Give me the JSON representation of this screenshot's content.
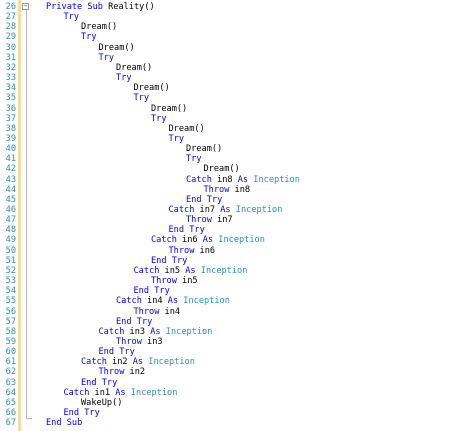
{
  "colors": {
    "keyword": "#0000ff",
    "type": "#2b91af",
    "line_number": "#2b91af",
    "text": "#000000",
    "change_bar": "#f5e38a"
  },
  "fold_icon": "minus-icon",
  "lines": [
    {
      "n": "26",
      "indent": 0,
      "tokens": [
        {
          "t": "Private",
          "c": "kw"
        },
        {
          "t": " "
        },
        {
          "t": "Sub",
          "c": "kw"
        },
        {
          "t": " Reality()"
        }
      ]
    },
    {
      "n": "27",
      "indent": 1,
      "tokens": [
        {
          "t": "Try",
          "c": "kw"
        }
      ]
    },
    {
      "n": "28",
      "indent": 2,
      "tokens": [
        {
          "t": "Dream()"
        }
      ]
    },
    {
      "n": "29",
      "indent": 2,
      "tokens": [
        {
          "t": "Try",
          "c": "kw"
        }
      ]
    },
    {
      "n": "30",
      "indent": 3,
      "tokens": [
        {
          "t": "Dream()"
        }
      ]
    },
    {
      "n": "31",
      "indent": 3,
      "tokens": [
        {
          "t": "Try",
          "c": "kw"
        }
      ]
    },
    {
      "n": "32",
      "indent": 4,
      "tokens": [
        {
          "t": "Dream()"
        }
      ]
    },
    {
      "n": "33",
      "indent": 4,
      "tokens": [
        {
          "t": "Try",
          "c": "kw"
        }
      ]
    },
    {
      "n": "34",
      "indent": 5,
      "tokens": [
        {
          "t": "Dream()"
        }
      ]
    },
    {
      "n": "35",
      "indent": 5,
      "tokens": [
        {
          "t": "Try",
          "c": "kw"
        }
      ]
    },
    {
      "n": "36",
      "indent": 6,
      "tokens": [
        {
          "t": "Dream()"
        }
      ]
    },
    {
      "n": "37",
      "indent": 6,
      "tokens": [
        {
          "t": "Try",
          "c": "kw"
        }
      ]
    },
    {
      "n": "38",
      "indent": 7,
      "tokens": [
        {
          "t": "Dream()"
        }
      ]
    },
    {
      "n": "39",
      "indent": 7,
      "tokens": [
        {
          "t": "Try",
          "c": "kw"
        }
      ]
    },
    {
      "n": "40",
      "indent": 8,
      "tokens": [
        {
          "t": "Dream()"
        }
      ]
    },
    {
      "n": "41",
      "indent": 8,
      "tokens": [
        {
          "t": "Try",
          "c": "kw"
        }
      ]
    },
    {
      "n": "42",
      "indent": 9,
      "tokens": [
        {
          "t": "Dream()"
        }
      ]
    },
    {
      "n": "43",
      "indent": 8,
      "tokens": [
        {
          "t": "Catch",
          "c": "kw"
        },
        {
          "t": " in8 "
        },
        {
          "t": "As",
          "c": "kw"
        },
        {
          "t": " "
        },
        {
          "t": "Inception",
          "c": "ty"
        }
      ]
    },
    {
      "n": "44",
      "indent": 9,
      "tokens": [
        {
          "t": "Throw",
          "c": "kw"
        },
        {
          "t": " in8"
        }
      ]
    },
    {
      "n": "45",
      "indent": 8,
      "tokens": [
        {
          "t": "End",
          "c": "kw"
        },
        {
          "t": " "
        },
        {
          "t": "Try",
          "c": "kw"
        }
      ]
    },
    {
      "n": "46",
      "indent": 7,
      "tokens": [
        {
          "t": "Catch",
          "c": "kw"
        },
        {
          "t": " in7 "
        },
        {
          "t": "As",
          "c": "kw"
        },
        {
          "t": " "
        },
        {
          "t": "Inception",
          "c": "ty"
        }
      ]
    },
    {
      "n": "47",
      "indent": 8,
      "tokens": [
        {
          "t": "Throw",
          "c": "kw"
        },
        {
          "t": " in7"
        }
      ]
    },
    {
      "n": "48",
      "indent": 7,
      "tokens": [
        {
          "t": "End",
          "c": "kw"
        },
        {
          "t": " "
        },
        {
          "t": "Try",
          "c": "kw"
        }
      ]
    },
    {
      "n": "49",
      "indent": 6,
      "tokens": [
        {
          "t": "Catch",
          "c": "kw"
        },
        {
          "t": " in6 "
        },
        {
          "t": "As",
          "c": "kw"
        },
        {
          "t": " "
        },
        {
          "t": "Inception",
          "c": "ty"
        }
      ]
    },
    {
      "n": "50",
      "indent": 7,
      "tokens": [
        {
          "t": "Throw",
          "c": "kw"
        },
        {
          "t": " in6"
        }
      ]
    },
    {
      "n": "51",
      "indent": 6,
      "tokens": [
        {
          "t": "End",
          "c": "kw"
        },
        {
          "t": " "
        },
        {
          "t": "Try",
          "c": "kw"
        }
      ]
    },
    {
      "n": "52",
      "indent": 5,
      "tokens": [
        {
          "t": "Catch",
          "c": "kw"
        },
        {
          "t": " in5 "
        },
        {
          "t": "As",
          "c": "kw"
        },
        {
          "t": " "
        },
        {
          "t": "Inception",
          "c": "ty"
        }
      ]
    },
    {
      "n": "53",
      "indent": 6,
      "tokens": [
        {
          "t": "Throw",
          "c": "kw"
        },
        {
          "t": " in5"
        }
      ]
    },
    {
      "n": "54",
      "indent": 5,
      "tokens": [
        {
          "t": "End",
          "c": "kw"
        },
        {
          "t": " "
        },
        {
          "t": "Try",
          "c": "kw"
        }
      ]
    },
    {
      "n": "55",
      "indent": 4,
      "tokens": [
        {
          "t": "Catch",
          "c": "kw"
        },
        {
          "t": " in4 "
        },
        {
          "t": "As",
          "c": "kw"
        },
        {
          "t": " "
        },
        {
          "t": "Inception",
          "c": "ty"
        }
      ]
    },
    {
      "n": "56",
      "indent": 5,
      "tokens": [
        {
          "t": "Throw",
          "c": "kw"
        },
        {
          "t": " in4"
        }
      ]
    },
    {
      "n": "57",
      "indent": 4,
      "tokens": [
        {
          "t": "End",
          "c": "kw"
        },
        {
          "t": " "
        },
        {
          "t": "Try",
          "c": "kw"
        }
      ]
    },
    {
      "n": "58",
      "indent": 3,
      "tokens": [
        {
          "t": "Catch",
          "c": "kw"
        },
        {
          "t": " in3 "
        },
        {
          "t": "As",
          "c": "kw"
        },
        {
          "t": " "
        },
        {
          "t": "Inception",
          "c": "ty"
        }
      ]
    },
    {
      "n": "59",
      "indent": 4,
      "tokens": [
        {
          "t": "Throw",
          "c": "kw"
        },
        {
          "t": " in3"
        }
      ]
    },
    {
      "n": "60",
      "indent": 3,
      "tokens": [
        {
          "t": "End",
          "c": "kw"
        },
        {
          "t": " "
        },
        {
          "t": "Try",
          "c": "kw"
        }
      ]
    },
    {
      "n": "61",
      "indent": 2,
      "tokens": [
        {
          "t": "Catch",
          "c": "kw"
        },
        {
          "t": " in2 "
        },
        {
          "t": "As",
          "c": "kw"
        },
        {
          "t": " "
        },
        {
          "t": "Inception",
          "c": "ty"
        }
      ]
    },
    {
      "n": "62",
      "indent": 3,
      "tokens": [
        {
          "t": "Throw",
          "c": "kw"
        },
        {
          "t": " in2"
        }
      ]
    },
    {
      "n": "63",
      "indent": 2,
      "tokens": [
        {
          "t": "End",
          "c": "kw"
        },
        {
          "t": " "
        },
        {
          "t": "Try",
          "c": "kw"
        }
      ]
    },
    {
      "n": "64",
      "indent": 1,
      "tokens": [
        {
          "t": "Catch",
          "c": "kw"
        },
        {
          "t": " in1 "
        },
        {
          "t": "As",
          "c": "kw"
        },
        {
          "t": " "
        },
        {
          "t": "Inception",
          "c": "ty"
        }
      ]
    },
    {
      "n": "65",
      "indent": 2,
      "tokens": [
        {
          "t": "WakeUp()"
        }
      ]
    },
    {
      "n": "66",
      "indent": 1,
      "tokens": [
        {
          "t": "End",
          "c": "kw"
        },
        {
          "t": " "
        },
        {
          "t": "Try",
          "c": "kw"
        }
      ]
    },
    {
      "n": "67",
      "indent": 0,
      "tokens": [
        {
          "t": "End",
          "c": "kw"
        },
        {
          "t": " "
        },
        {
          "t": "Sub",
          "c": "kw"
        }
      ]
    }
  ]
}
